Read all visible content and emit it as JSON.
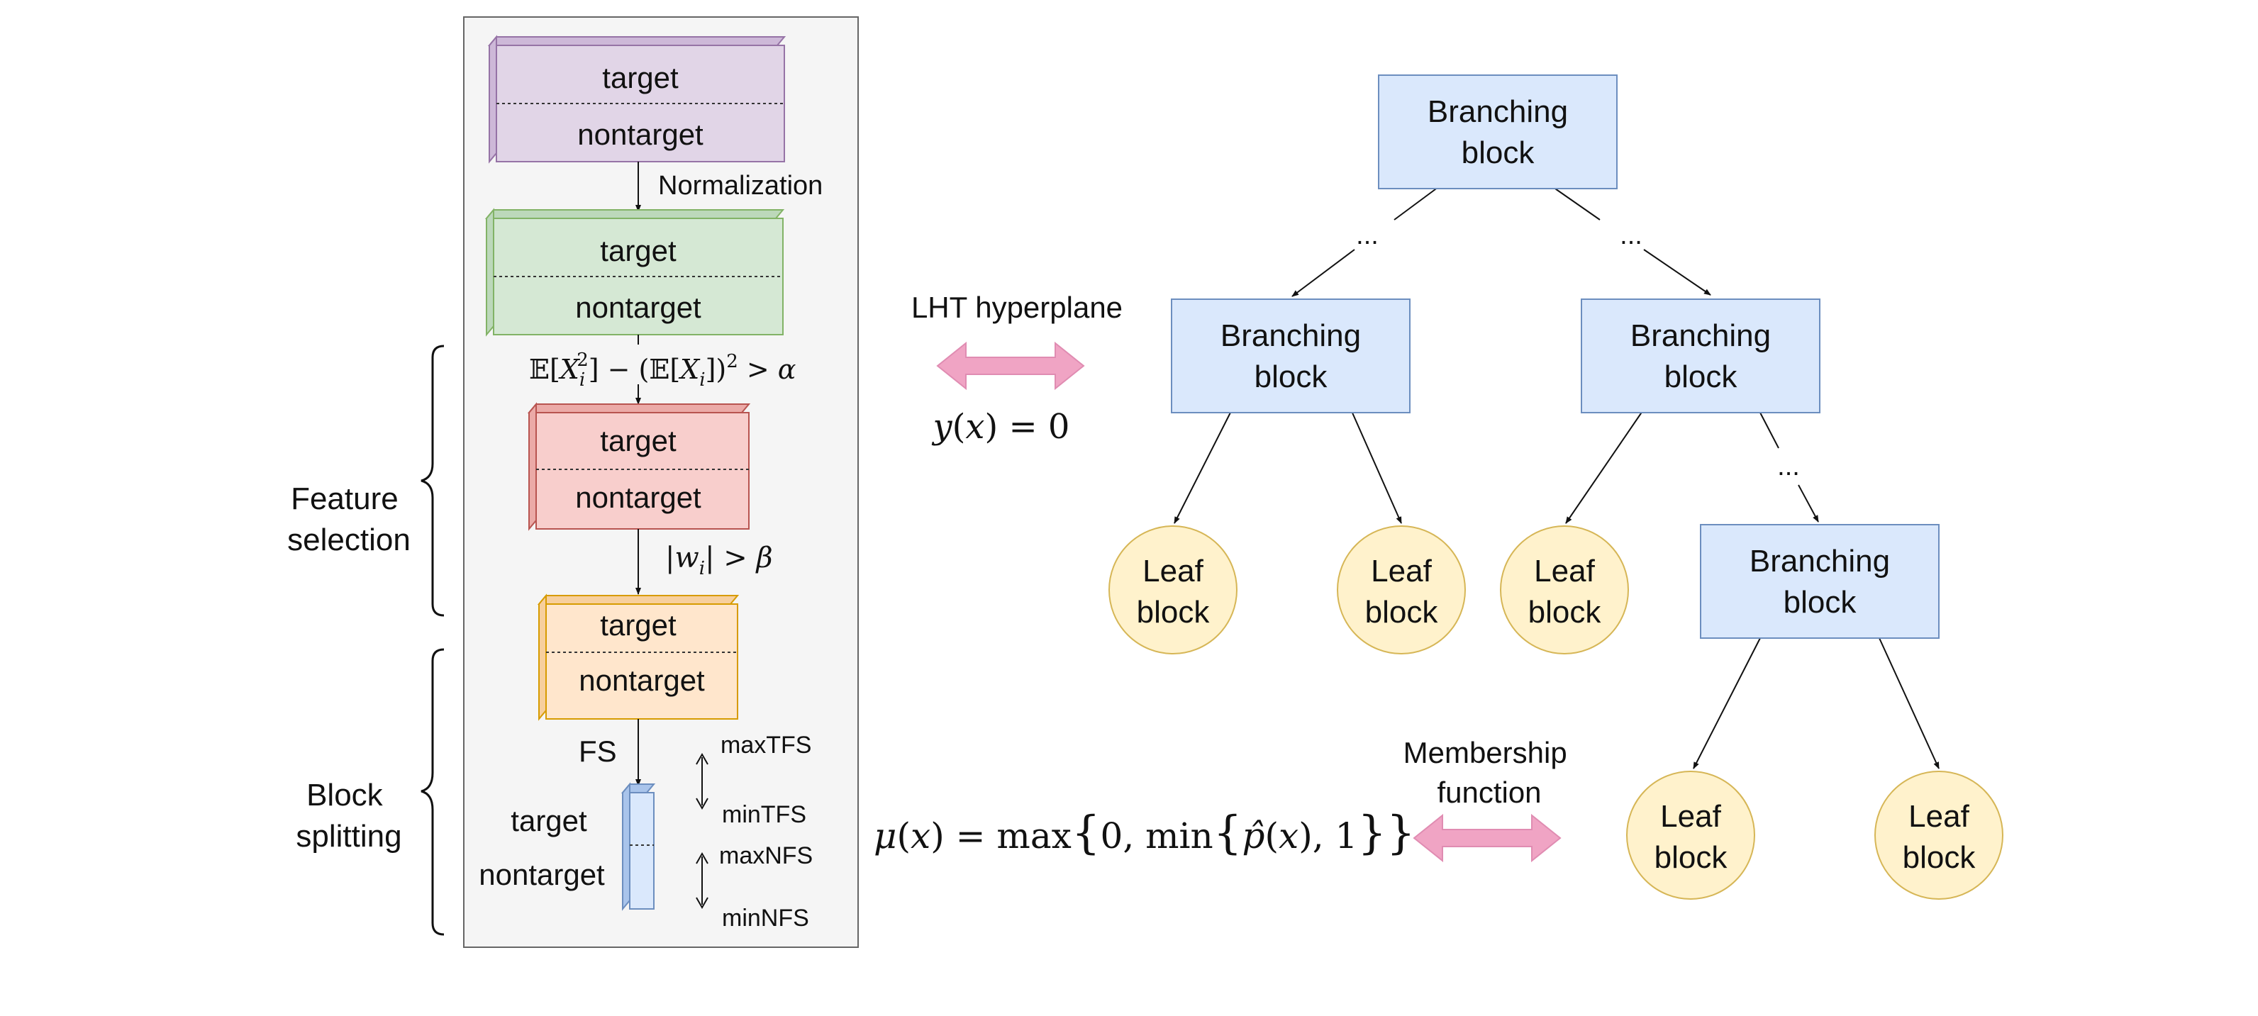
{
  "pipeline": {
    "stages": [
      {
        "top": "target",
        "bottom": "nontarget",
        "front": "#e1d5e7",
        "side": "#cdb8d8",
        "stroke": "#9673a6"
      },
      {
        "top": "target",
        "bottom": "nontarget",
        "front": "#d5e8d4",
        "side": "#bcd8ba",
        "stroke": "#82b366"
      },
      {
        "top": "target",
        "bottom": "nontarget",
        "front": "#f8cecc",
        "side": "#ebaaa7",
        "stroke": "#b85450"
      },
      {
        "top": "target",
        "bottom": "nontarget",
        "front": "#ffe6cc",
        "side": "#f7cf9d",
        "stroke": "#d79b00"
      }
    ],
    "normalization_label": "Normalization",
    "fs_label": "FS",
    "final_target": "target",
    "final_nontarget": "nontarget",
    "maxTFS": "maxTFS",
    "minTFS": "minTFS",
    "maxNFS": "maxNFS",
    "minNFS": "minNFS"
  },
  "formulas": {
    "variance_parts": [
      "𝔼[",
      "X",
      "i",
      "2",
      "] − (𝔼[",
      "X",
      "i",
      "])",
      "2",
      " > ",
      "α"
    ],
    "weight_parts": [
      "|",
      "w",
      "i",
      "| > ",
      "β"
    ],
    "hyperplane_parts": [
      "y",
      "(",
      "x",
      ") = 0"
    ],
    "membership_parts": [
      "μ",
      "(",
      "x",
      ") = max",
      "{",
      "0, min",
      "{",
      "p̂",
      "(",
      "x",
      "), 1",
      "}",
      "}"
    ]
  },
  "braces": {
    "feature_selection": [
      "Feature",
      "selection"
    ],
    "block_splitting": [
      "Block",
      "splitting"
    ]
  },
  "tree": {
    "branching_label": [
      "Branching",
      "block"
    ],
    "leaf_label": [
      "Leaf",
      "block"
    ],
    "ellipsis": "...",
    "lht_label": "LHT hyperplane",
    "membership_label": [
      "Membership",
      "function"
    ]
  },
  "colors": {
    "branch_fill": "#dae8fc",
    "branch_stroke": "#6c8ebf",
    "leaf_fill": "#fff2cc",
    "leaf_stroke": "#d6b656",
    "arrow_pink": "#f0a4c4",
    "panel_fill": "#f5f5f5",
    "panel_stroke": "#666666"
  }
}
